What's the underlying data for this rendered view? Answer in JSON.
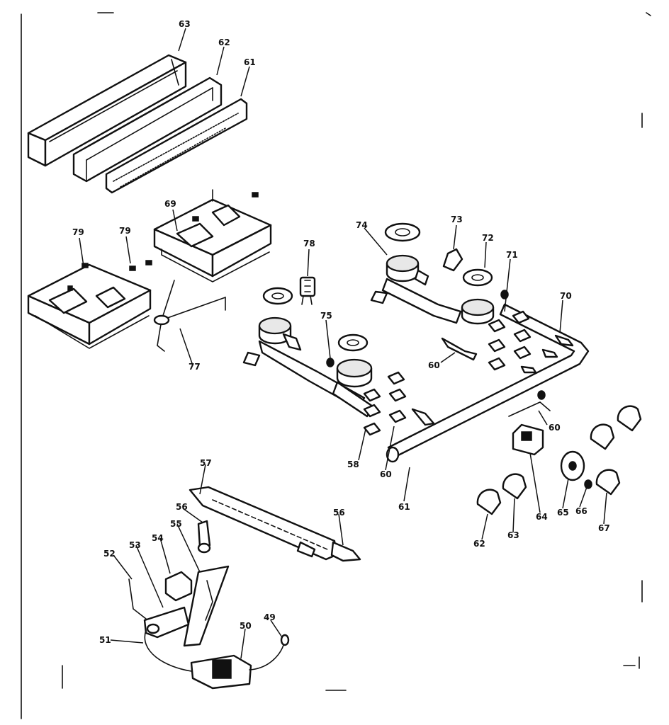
{
  "callouts": [
    {
      "id": "c63a",
      "text": "63"
    },
    {
      "id": "c62a",
      "text": "62"
    },
    {
      "id": "c61a",
      "text": "61"
    },
    {
      "id": "c69",
      "text": "69"
    },
    {
      "id": "c79a",
      "text": "79"
    },
    {
      "id": "c79b",
      "text": "79"
    },
    {
      "id": "c77",
      "text": "77"
    },
    {
      "id": "c78",
      "text": "78"
    },
    {
      "id": "c74",
      "text": "74"
    },
    {
      "id": "c73",
      "text": "73"
    },
    {
      "id": "c72",
      "text": "72"
    },
    {
      "id": "c71",
      "text": "71"
    },
    {
      "id": "c70",
      "text": "70"
    },
    {
      "id": "c75",
      "text": "75"
    },
    {
      "id": "c60a",
      "text": "60"
    },
    {
      "id": "c60b",
      "text": "60"
    },
    {
      "id": "c58",
      "text": "58"
    },
    {
      "id": "c60c",
      "text": "60"
    },
    {
      "id": "c61b",
      "text": "61"
    },
    {
      "id": "c64",
      "text": "64"
    },
    {
      "id": "c65",
      "text": "65"
    },
    {
      "id": "c66",
      "text": "66"
    },
    {
      "id": "c67",
      "text": "67"
    },
    {
      "id": "c62b",
      "text": "62"
    },
    {
      "id": "c63b",
      "text": "63"
    },
    {
      "id": "c57",
      "text": "57"
    },
    {
      "id": "c56a",
      "text": "56"
    },
    {
      "id": "c55",
      "text": "55"
    },
    {
      "id": "c54",
      "text": "54"
    },
    {
      "id": "c53",
      "text": "53"
    },
    {
      "id": "c52",
      "text": "52"
    },
    {
      "id": "c56b",
      "text": "56"
    },
    {
      "id": "c51",
      "text": "51"
    },
    {
      "id": "c50",
      "text": "50"
    },
    {
      "id": "c49",
      "text": "49"
    }
  ]
}
